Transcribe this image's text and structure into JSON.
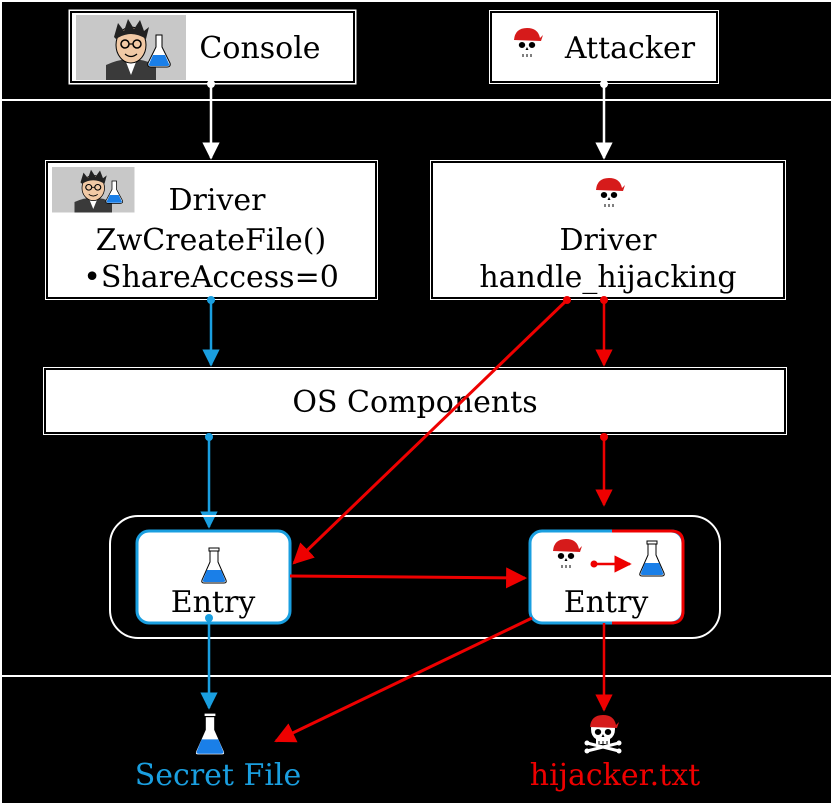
{
  "colors": {
    "background": "#000000",
    "border": "#ffffff",
    "box_fill": "#ffffff",
    "text": "#000000",
    "blue": "#1a9fe0",
    "red": "#ee0000"
  },
  "nodes": {
    "console": {
      "label": "Console",
      "icon": "scientist-avatar-icon"
    },
    "attacker": {
      "label": "Attacker",
      "icon": "pirate-skull-icon"
    },
    "driver_left": {
      "line1": "Driver",
      "line2": "ZwCreateFile()",
      "line3": "•ShareAccess=0",
      "icon": "scientist-avatar-icon"
    },
    "driver_right": {
      "line1": "Driver",
      "line2": "handle_hijacking",
      "icon": "pirate-skull-icon"
    },
    "os": {
      "label": "OS Components"
    },
    "entry_left": {
      "label": "Entry",
      "icon": "flask-icon"
    },
    "entry_right": {
      "label": "Entry",
      "icons": [
        "pirate-skull-icon",
        "flask-icon"
      ]
    },
    "secret_file": {
      "label": "Secret File",
      "icon": "flask-icon"
    },
    "hijacker_file": {
      "label": "hijacker.txt",
      "icon": "pirate-skull-icon"
    }
  }
}
